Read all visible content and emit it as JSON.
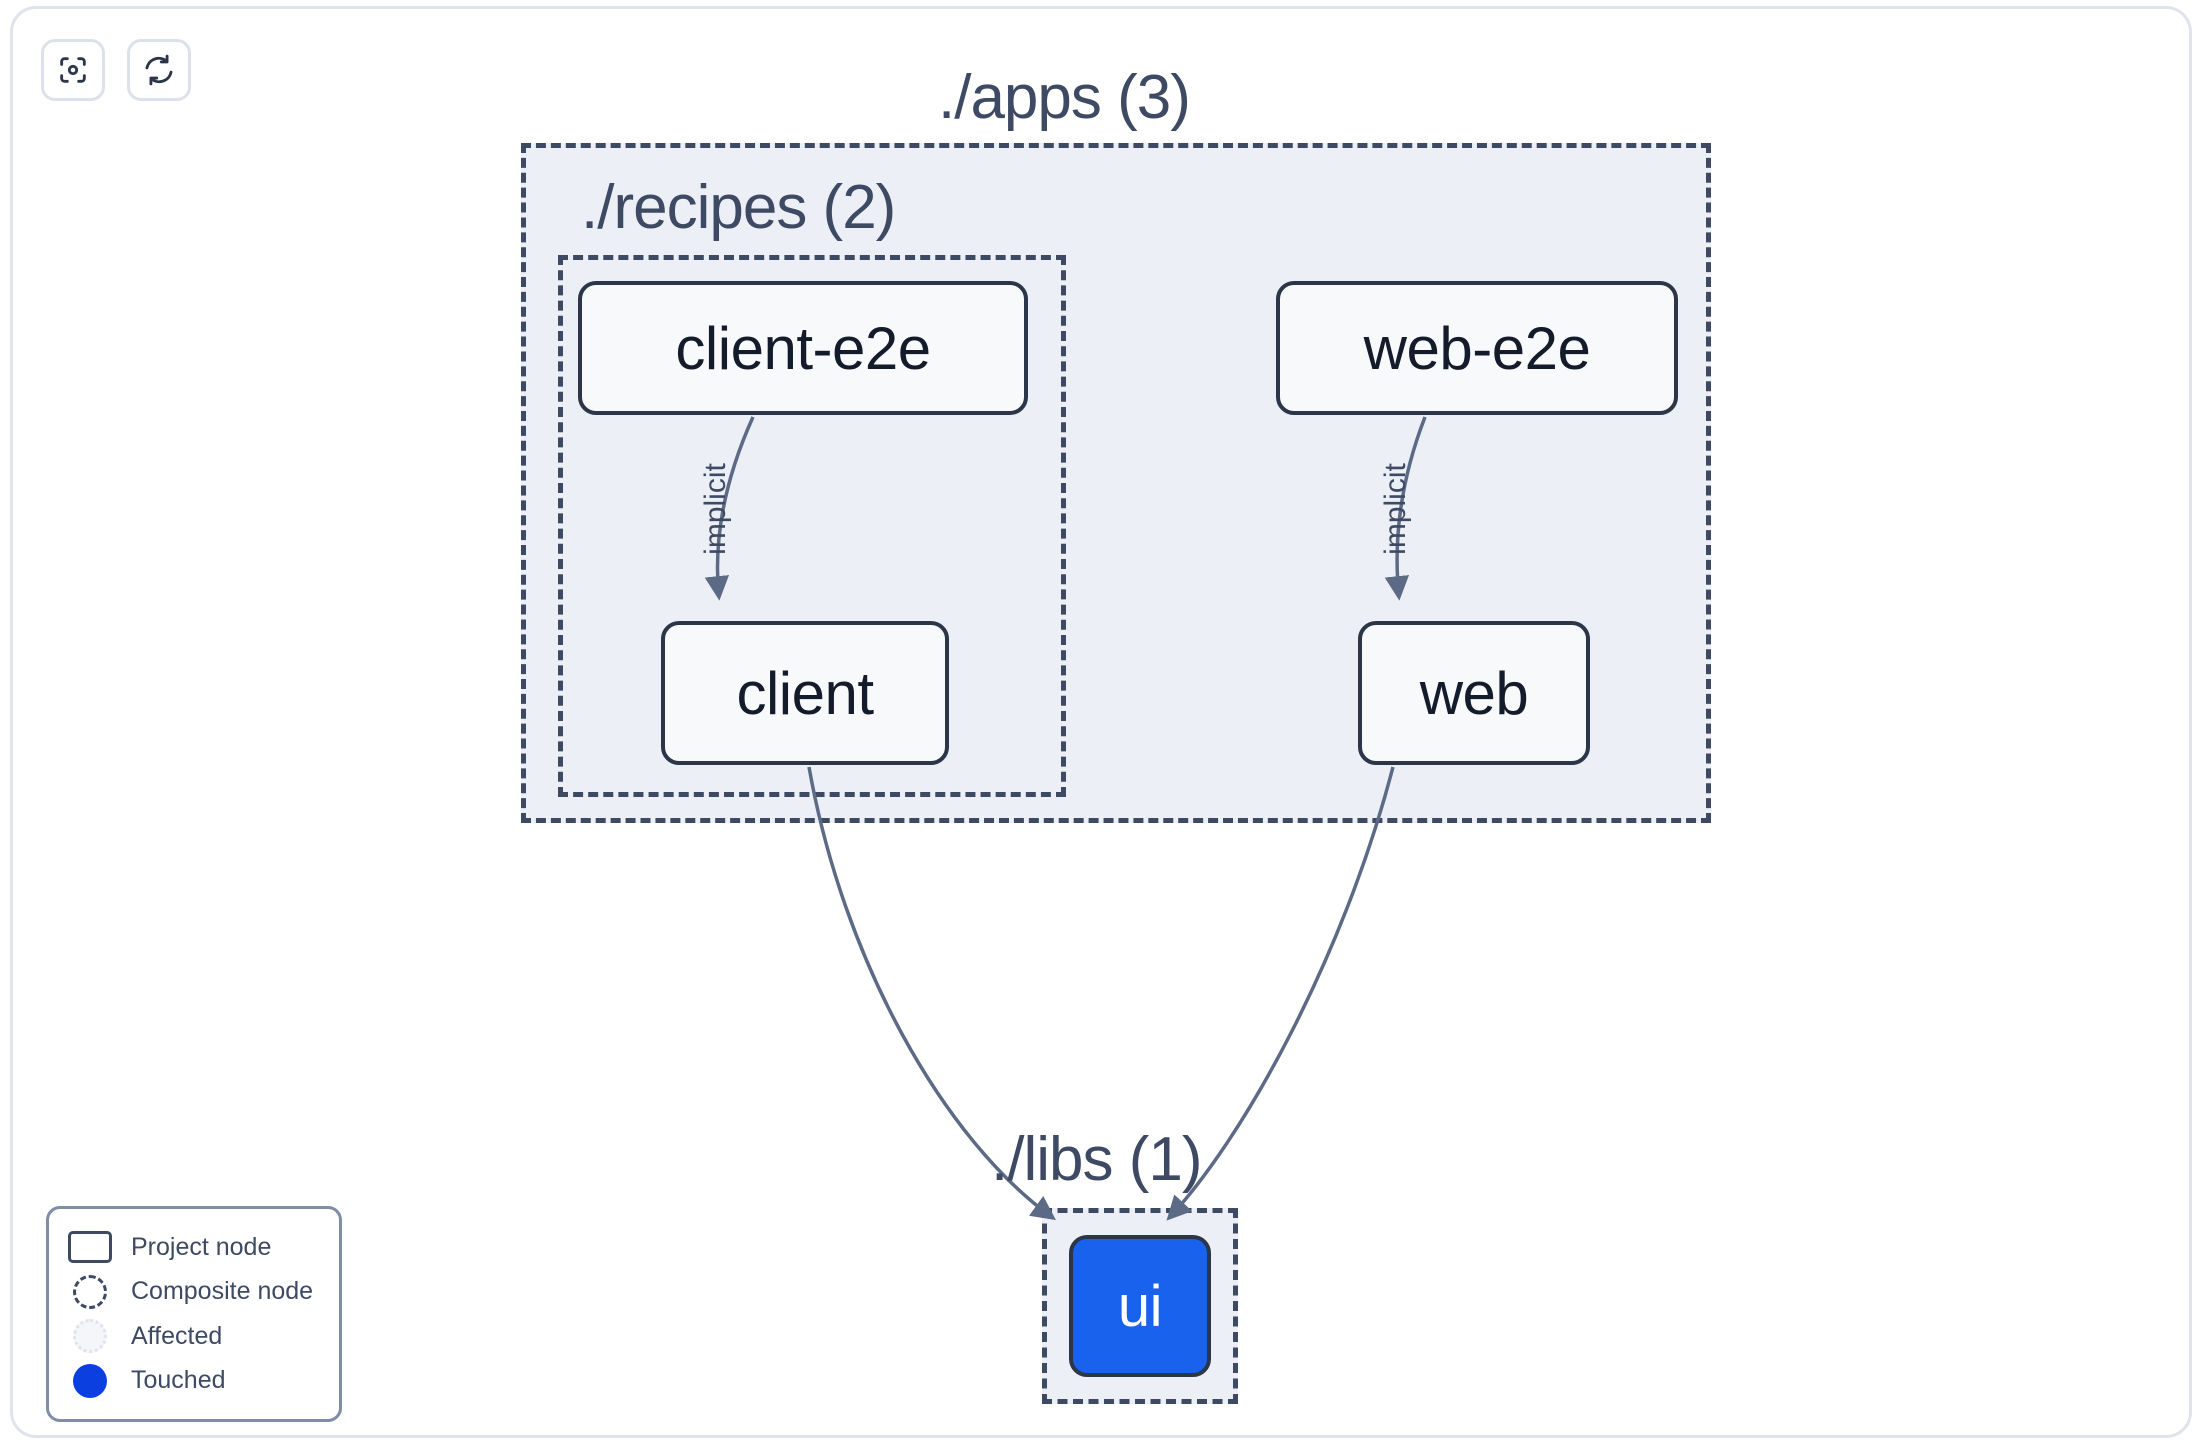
{
  "toolbar": {
    "buttons": [
      {
        "name": "focus-graph",
        "icon": "focus-target-icon",
        "label": ""
      },
      {
        "name": "refresh-graph",
        "icon": "refresh-icon",
        "label": ""
      }
    ]
  },
  "graph": {
    "composites": [
      {
        "id": "apps",
        "label": "./apps (3)"
      },
      {
        "id": "recipes",
        "label": "./recipes (2)"
      },
      {
        "id": "libs",
        "label": "./libs (1)"
      }
    ],
    "nodes": [
      {
        "id": "client-e2e",
        "label": "client-e2e",
        "state": "normal"
      },
      {
        "id": "web-e2e",
        "label": "web-e2e",
        "state": "normal"
      },
      {
        "id": "client",
        "label": "client",
        "state": "normal"
      },
      {
        "id": "web",
        "label": "web",
        "state": "normal"
      },
      {
        "id": "ui",
        "label": "ui",
        "state": "touched"
      }
    ],
    "edges": [
      {
        "from": "client-e2e",
        "to": "client",
        "label": "implicit"
      },
      {
        "from": "web-e2e",
        "to": "web",
        "label": "implicit"
      },
      {
        "from": "client",
        "to": "ui",
        "label": ""
      },
      {
        "from": "web",
        "to": "ui",
        "label": ""
      }
    ]
  },
  "legend": {
    "items": [
      {
        "swatch": "project-node-swatch",
        "label": "Project node"
      },
      {
        "swatch": "composite-node-swatch",
        "label": "Composite node"
      },
      {
        "swatch": "affected-swatch",
        "label": "Affected"
      },
      {
        "swatch": "touched-swatch",
        "label": "Touched"
      }
    ]
  },
  "colors": {
    "touched": "#0b3fe0",
    "node_selected": "#1862ed",
    "composite_border": "#3e4a63",
    "composite_fill": "#eceff5",
    "node_border": "#2c3648",
    "edge": "#5c6a85"
  }
}
